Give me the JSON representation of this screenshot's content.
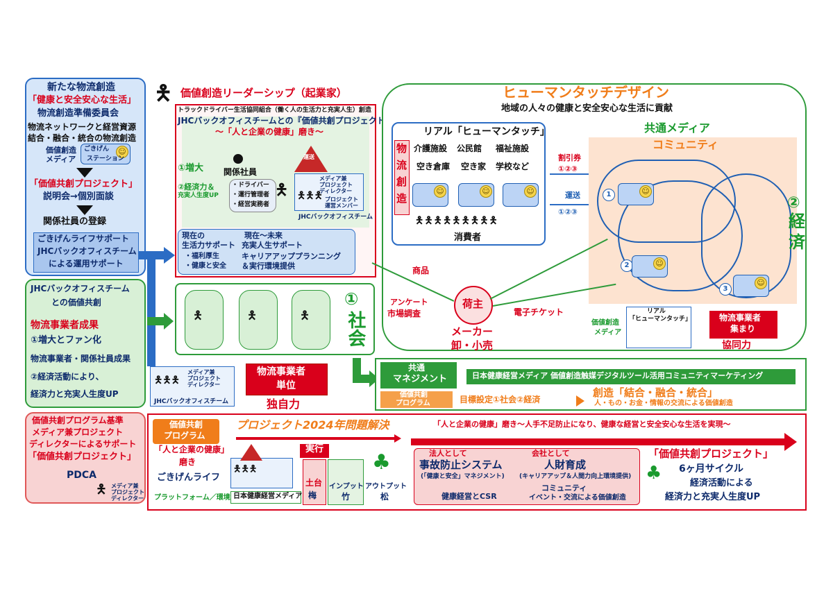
{
  "left": {
    "top_box": {
      "title1": "新たな物流創造",
      "title2": "「健康と安全安心な生活」",
      "title3": "物流創造準備委員会",
      "line1": "物流ネットワークと経営資源",
      "line2": "結合・融合・統合の物流創造",
      "media1": "価値創造",
      "media2": "メディア",
      "station_label1": "ごきげん",
      "station_label2": "ステーション",
      "project": "「価値共創プロジェクト」",
      "briefing": "説明会→個別面談",
      "register": "関係社員の登録",
      "support1": "ごきげんライフサポート",
      "support2": "JHCバックオフィスチーム",
      "support3": "による運用サポート"
    },
    "mid_box": {
      "l1": "JHCバックオフィスチーム",
      "l2": "との価値共創",
      "l3": "物流事業者成果",
      "l4": "①増大とファン化",
      "l5": "物流事業者・関係社員成果",
      "l6": "②経済活動により、",
      "l7": "経済力と充実人生度UP"
    },
    "bottom_box": {
      "l1": "価値共創プログラム基準",
      "l2": "メディア兼プロジェクト",
      "l3": "ディレクターによるサポート",
      "l4": "「価値共創プロジェクト」",
      "l5": "PDCA",
      "d1": "メディア兼",
      "d2": "プロジェクト",
      "d3": "ディレクター"
    }
  },
  "center": {
    "leader": "価値創造リーダーシップ（起業家）",
    "union": "トラックドライバー生活協同組合（働く人の生活力と充実人生）創造",
    "jhc_project": "JHCバックオフィスチームとの『価値共創プロジェクト』",
    "polish": "～「人と企業の健康」磨き～",
    "increase": "①増大",
    "economy": "②経済力＆",
    "life_up": "充実人生度UP",
    "staff": "関係社員",
    "driver": "・ドライバー",
    "manager": "・運行管理者",
    "exec": "・経営実務者",
    "transport": "運送",
    "media_role1": "メディア兼",
    "media_role2": "プロジェクト",
    "media_role3": "ディレクター",
    "project_op1": "プロジェクト",
    "project_op2": "運営メンバー",
    "office_team": "JHCバックオフィスチーム",
    "now": "現在の",
    "now_support": "生活力サポート",
    "welfare": "・福利厚生",
    "health": "・健康と安全",
    "future": "現在～未来",
    "future_support": "充実人生サポート",
    "career1": "キャリアアッププランニング",
    "career2": "＆実行環境提供",
    "society_num": "①",
    "society": "社会",
    "logistics_unit1": "物流事業者",
    "logistics_unit2": "単位",
    "independent": "独自力"
  },
  "human": {
    "title": "ヒューマンタッチデザイン",
    "subtitle": "地域の人々の健康と安全安心な生活に貢献",
    "real_title": "リアル「ヒューマンタッチ」",
    "facilities": [
      "介護施設",
      "公民館",
      "福祉施設",
      "空き倉庫",
      "空き家",
      "学校など"
    ],
    "logistics_v": [
      "物",
      "流",
      "創",
      "造"
    ],
    "consumers": "消費者",
    "discount": "割引券",
    "nums": "①②③",
    "delivery": "運送",
    "common_media": "共通メディア",
    "community": "コミュニティ",
    "eco_num": "②",
    "economy_v": [
      "経",
      "済"
    ],
    "product": "商品",
    "survey1": "アンケート",
    "survey2": "市場調査",
    "shipper": "荷主",
    "e_ticket": "電子チケット",
    "maker": "メーカー",
    "wholesale": "卸・小売",
    "value_media1": "価値創造",
    "value_media2": "メディア",
    "real_small1": "リアル",
    "real_small2": "「ヒューマンタッチ」",
    "logistics_gather1": "物流事業者",
    "logistics_gather2": "集まり",
    "cooperation": "協同力"
  },
  "mgmt": {
    "common1": "共通",
    "common2": "マネジメント",
    "media_line": "日本健康経営メディア  価値創造触媒デジタルツール活用コミュニティマーケティング",
    "program1": "価値共創",
    "program2": "プログラム",
    "goal": "目標設定①社会②経済",
    "creation": "創造「結合・融合・統合」",
    "creation_sub": "人・もの・お金・情報の交流による価値創造"
  },
  "bottom": {
    "program1": "価値共創",
    "program2": "プログラム",
    "headline": "プロジェクト2024年問題解決",
    "headline2": "「人と企業の健康」磨き～人手不足防止になり、健康な経営と安全安心な生活を実現～",
    "health_q": "「人と企業の健康」",
    "polish": "磨き",
    "gokigen_life": "ごきげんライフ",
    "platform": "プラットフォーム／環境",
    "execute": "実行",
    "media_badge": "日本健康経営メディア",
    "foundation": "土台",
    "ume": "梅",
    "input": "インプット",
    "take": "竹",
    "output": "アウトプット",
    "matsu": "松",
    "corp1": "法人として",
    "accident": "事故防止システム",
    "accident_sub": "(「健康と安全」マネジメント)",
    "health_csr": "健康経営とCSR",
    "company": "会社として",
    "hr": "人財育成",
    "hr_sub": "(キャリアアップ＆人間力向上環境提供)",
    "community": "コミュニティ",
    "event": "イベント・交流による価値創造",
    "project_name": "「価値共創プロジェクト」",
    "cycle": "6ヶ月サイクル",
    "eco1": "経済活動による",
    "eco2": "経済力と充実人生度UP"
  }
}
